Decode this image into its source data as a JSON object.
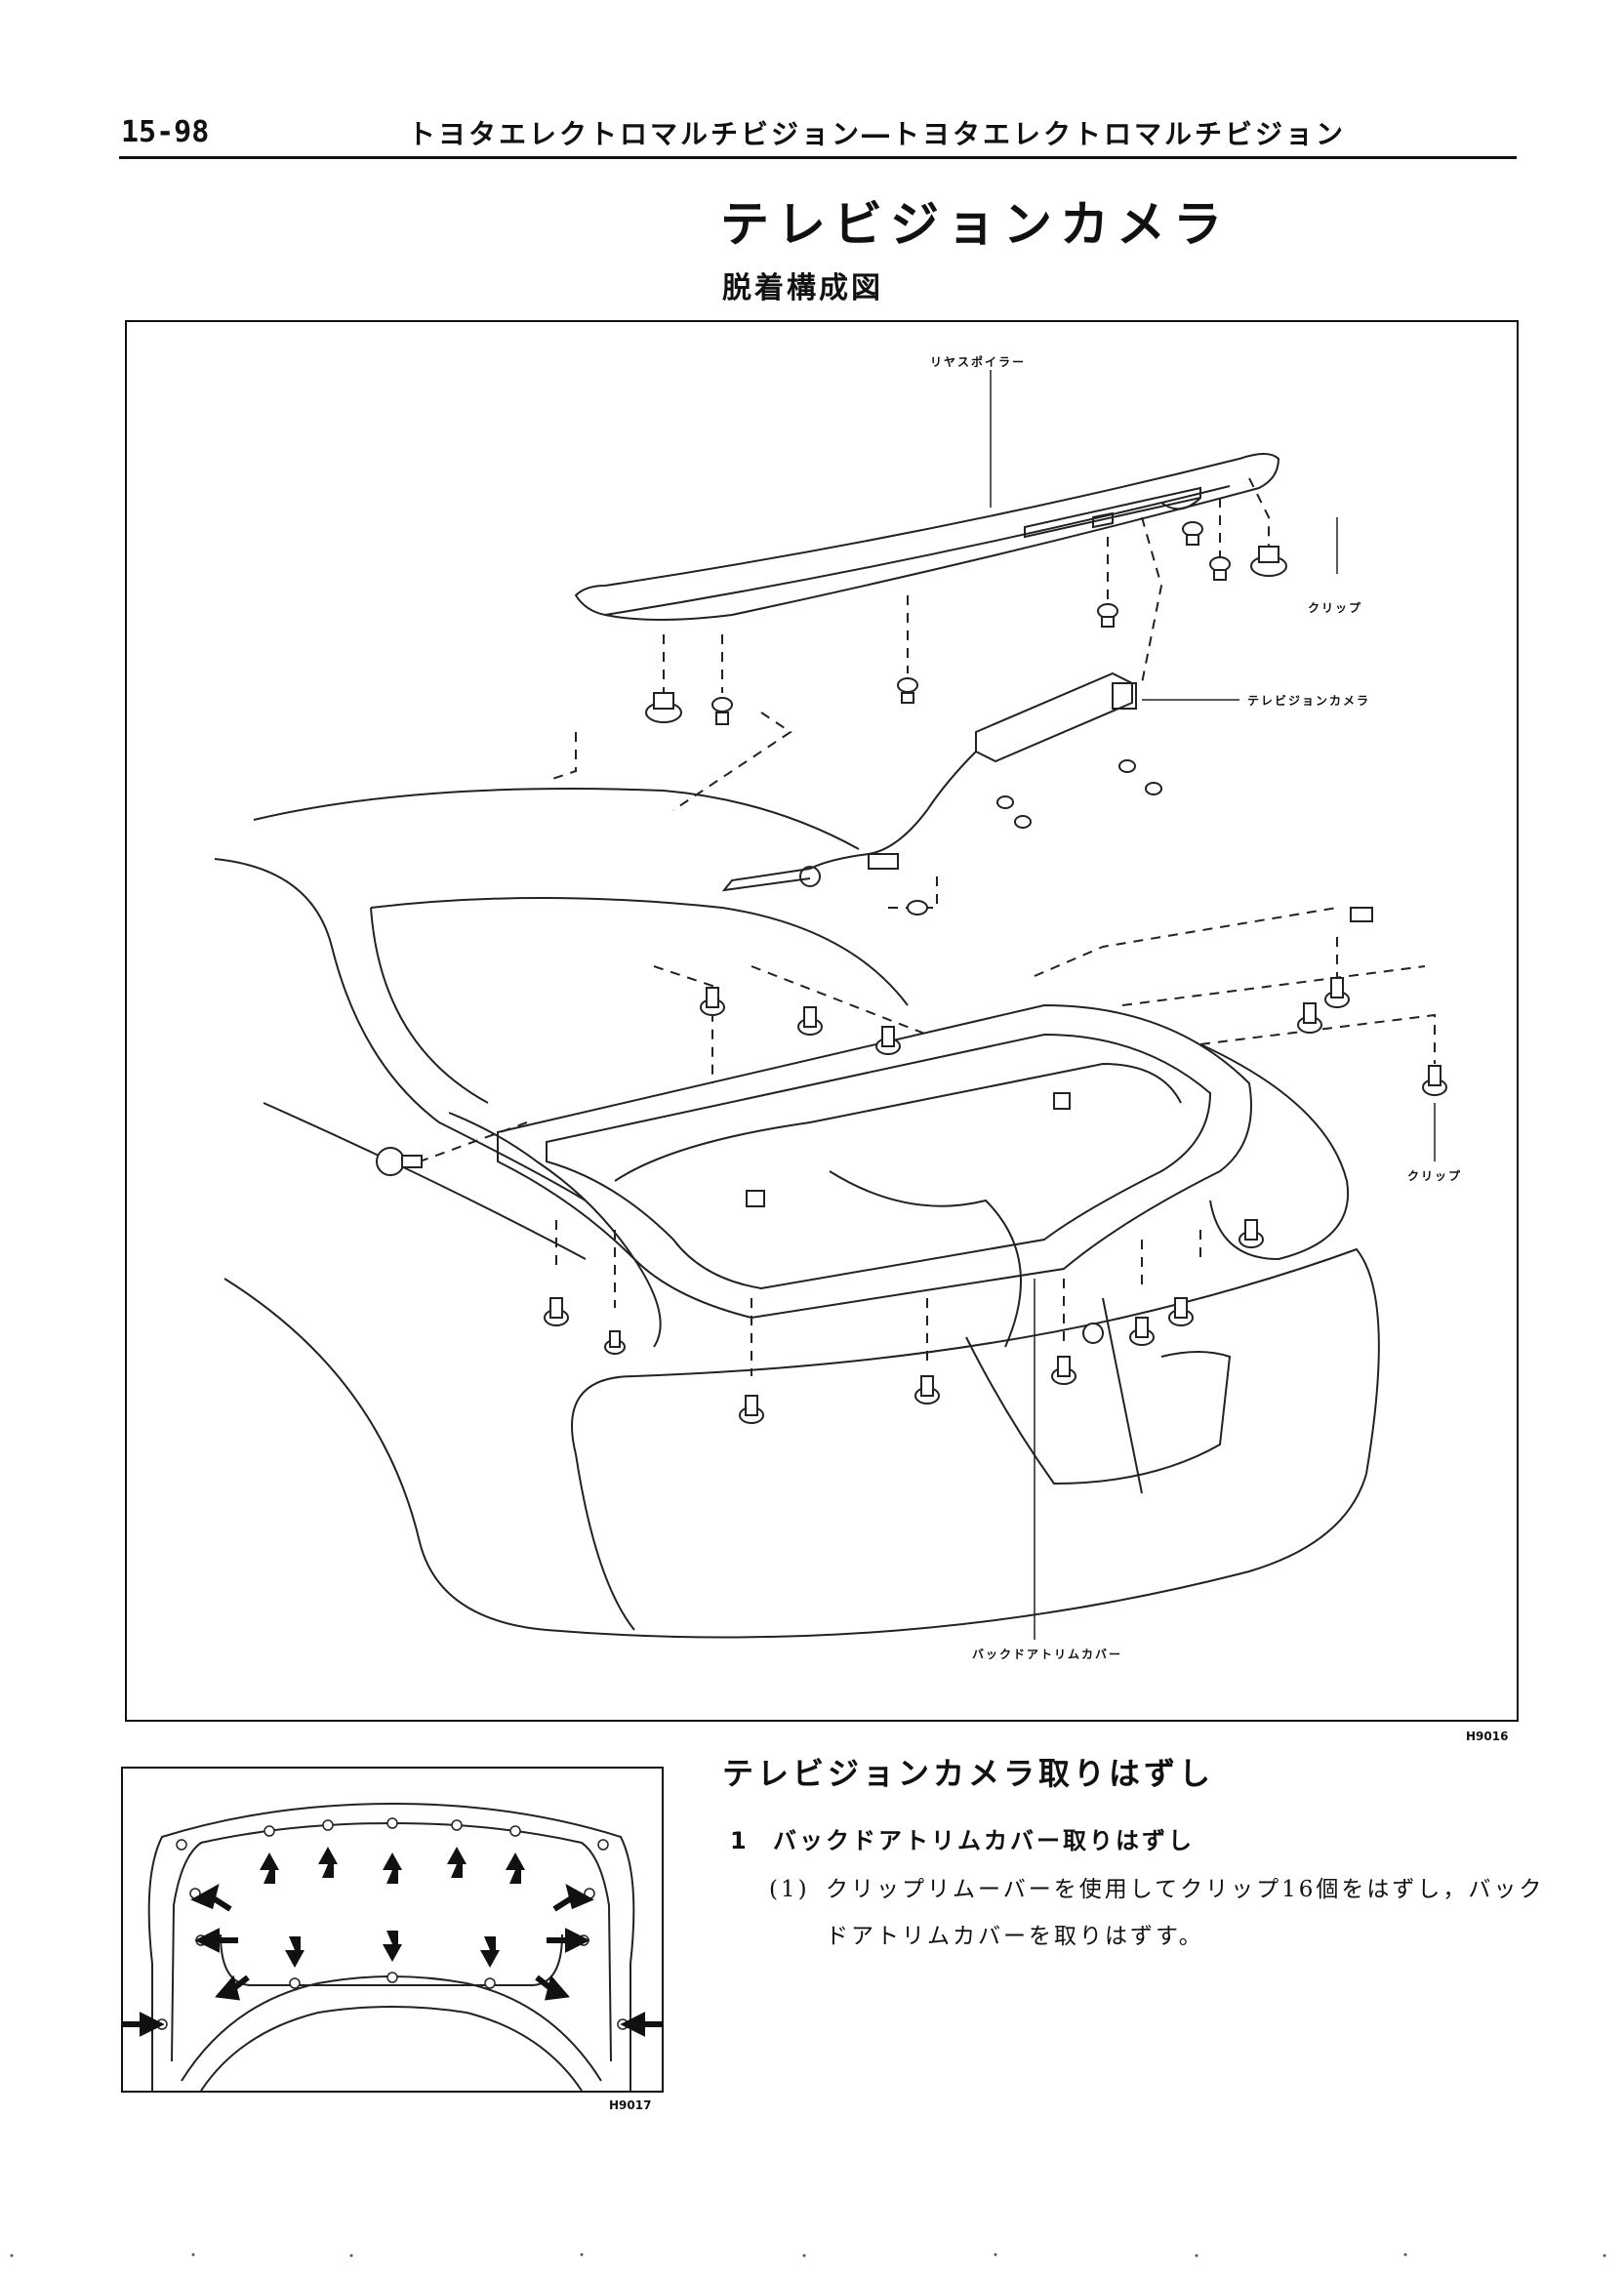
{
  "header": {
    "page_number": "15-98",
    "running_title": "トヨタエレクトロマルチビジョン―トヨタエレクトロマルチビジョン"
  },
  "section": {
    "title": "テレビジョンカメラ",
    "diagram_subtitle": "脱着構成図"
  },
  "main_figure": {
    "code": "H9016",
    "labels": {
      "rear_spoiler": "リヤスポイラー",
      "clip_top": "クリップ",
      "tv_camera": "テレビジョンカメラ",
      "clip_right": "クリップ",
      "back_door_trim_cover": "バックドアトリムカバー"
    }
  },
  "sub_figure": {
    "code": "H9017"
  },
  "procedure": {
    "title": "テレビジョンカメラ取りはずし",
    "step_1": {
      "number": "1",
      "text": "バックドアトリムカバー取りはずし"
    },
    "substep_1": {
      "number": "(1)",
      "line1": "クリップリムーバーを使用してクリップ16個をはずし，バック",
      "line2": "ドアトリムカバーを取りはずす。"
    }
  }
}
